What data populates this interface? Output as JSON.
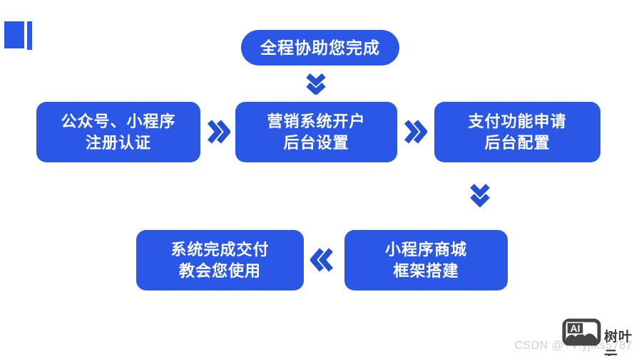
{
  "colors": {
    "node_fill": "#2A57E6",
    "arrow": "#2351D6",
    "node_text": "#FFFFFF",
    "background": "#FFFFFF",
    "logo_text_color": "#3B3B3B",
    "watermark_color": "#CFCFCF"
  },
  "flow": {
    "top_node": {
      "label": "全程协助您完成"
    },
    "steps": [
      {
        "line1": "公众号、小程序",
        "line2": "注册认证"
      },
      {
        "line1": "营销系统开户",
        "line2": "后台设置"
      },
      {
        "line1": "支付功能申请",
        "line2": "后台配置"
      },
      {
        "line1": "小程序商城",
        "line2": "框架搭建"
      },
      {
        "line1": "系统完成交付",
        "line2": "教会您使用"
      }
    ]
  },
  "footer": {
    "logo_icon_label": "AI",
    "logo_text": "树叶云",
    "watermark": "CSDN @+V:yjlks5787"
  }
}
